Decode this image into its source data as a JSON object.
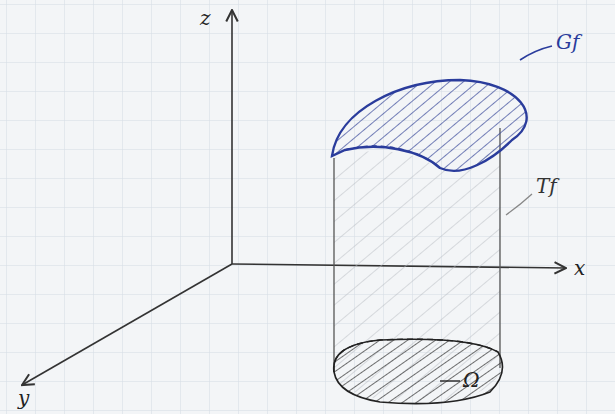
{
  "diagram": {
    "labels": [
      "z",
      "x",
      "y",
      "Gf",
      "Tf",
      "Ω"
    ]
  }
}
